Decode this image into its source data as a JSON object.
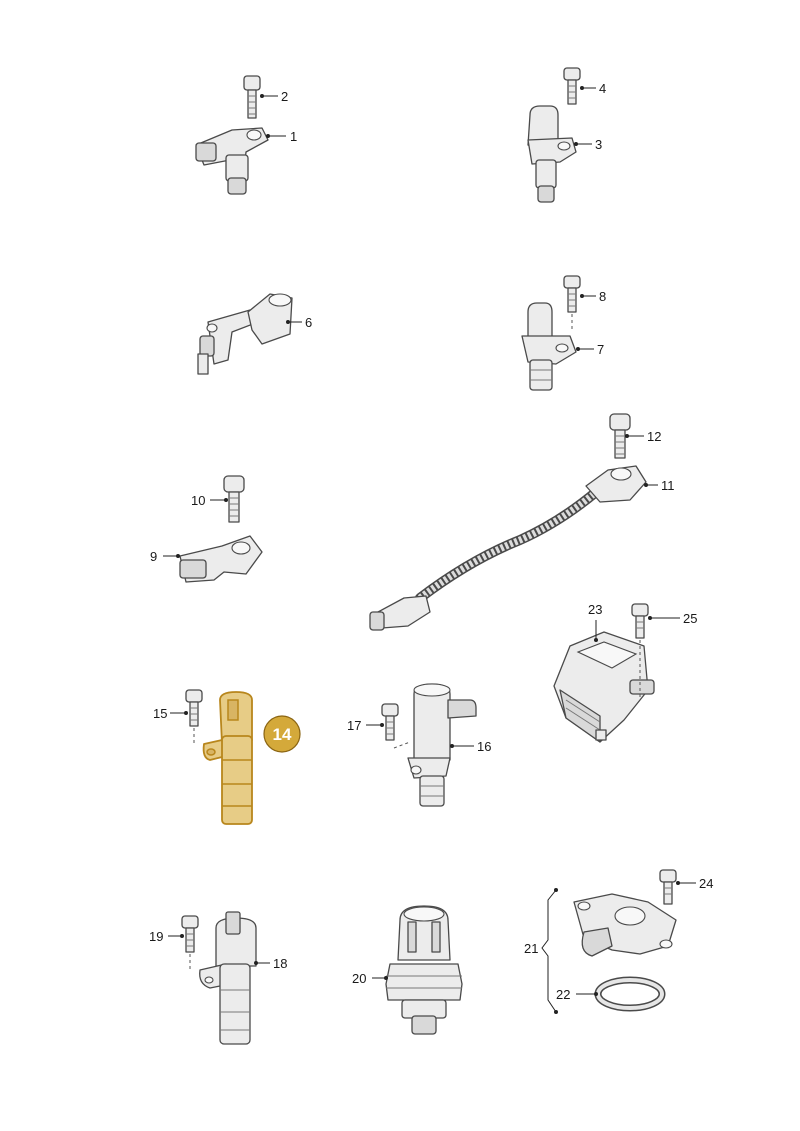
{
  "highlighted_part": "14",
  "callouts": [
    "1",
    "2",
    "3",
    "4",
    "6",
    "7",
    "8",
    "9",
    "10",
    "11",
    "12",
    "14",
    "15",
    "16",
    "17",
    "18",
    "19",
    "20",
    "21",
    "22",
    "23",
    "24",
    "25"
  ],
  "colors": {
    "highlight_fill": "#e7cc86",
    "highlight_stroke": "#b8861c",
    "badge": "#d4a93a"
  }
}
